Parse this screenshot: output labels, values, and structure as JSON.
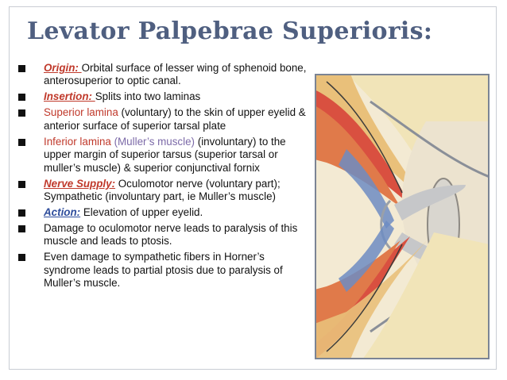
{
  "slide": {
    "title": "Levator Palpebrae Superioris:",
    "bullets": [
      {
        "label": "Origin: ",
        "text": "Orbital surface of lesser wing of sphenoid bone, anterosuperior to optic canal."
      },
      {
        "label": "Insertion: ",
        "text": "Splits into two laminas"
      },
      {
        "highlight": "Superior lamina",
        "text": " (voluntary) to the skin of upper eyelid & anterior surface of superior tarsal plate"
      },
      {
        "highlight": "Inferior lamina",
        "highlight2": " (Muller’s muscle)",
        "text": " (involuntary) to the upper margin of superior tarsus (superior tarsal or muller’s muscle) & superior conjunctival fornix"
      },
      {
        "label": "Nerve Supply:",
        "text": " Oculomotor nerve (voluntary part); Sympathetic (involuntary part, ie Muller’s muscle)"
      },
      {
        "label": "Action:",
        "text": "  Elevation of upper eyelid."
      },
      {
        "text": "Damage to oculomotor nerve leads to paralysis of this muscle and leads to ptosis."
      },
      {
        "text": "Even damage to sympathetic fibers in Horner’s syndrome leads to partial ptosis due to paralysis of Muller’s muscle."
      }
    ]
  },
  "colors": {
    "title": "#4f5f80",
    "keyword_red": "#c0392b",
    "keyword_blue": "#2e4d9c",
    "muller": "#7c6aa8",
    "muscle": "#c8473a",
    "skin": "#e9c07a"
  }
}
